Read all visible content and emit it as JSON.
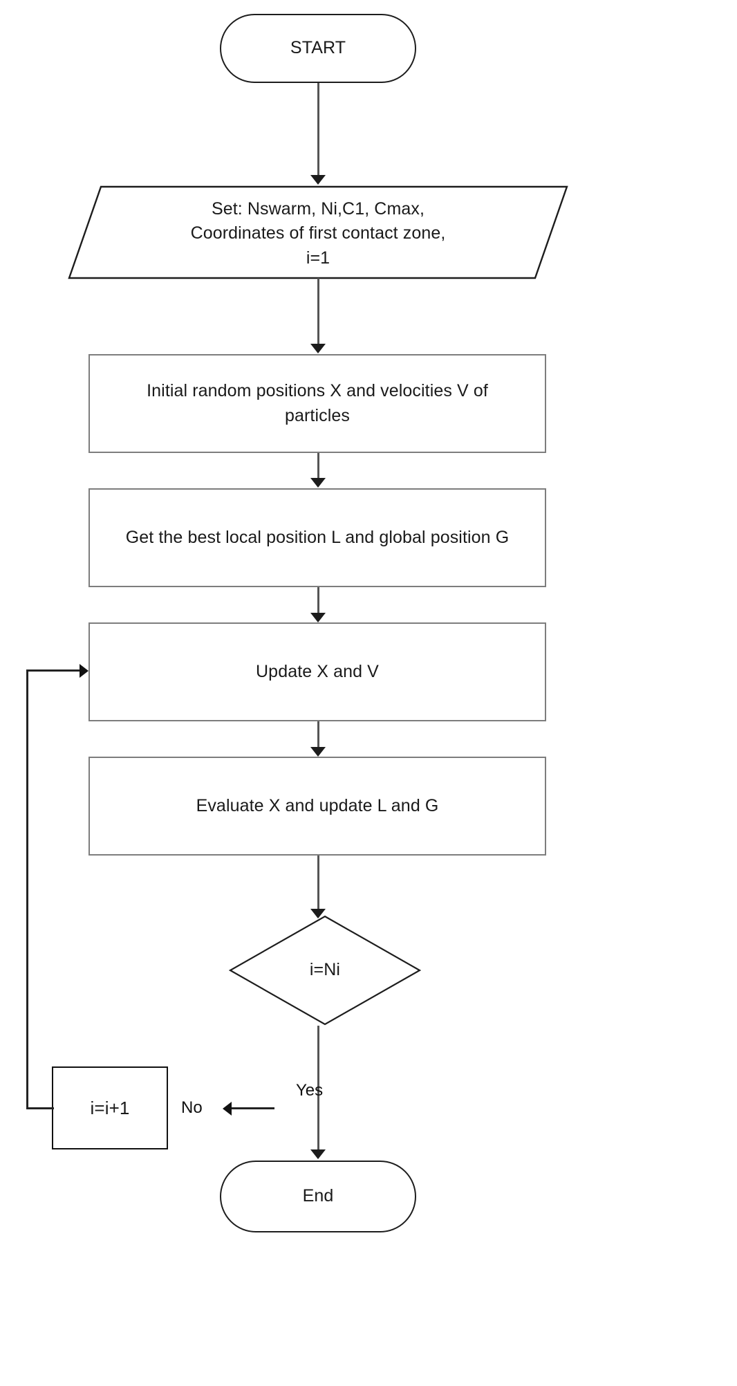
{
  "diagram": {
    "title": "PSO Algorithm Flowchart",
    "type": "flowchart",
    "background_color": "#ffffff",
    "line_color": "#555555",
    "box_border_color": "#7d7d7d",
    "text_color": "#1a1a1a"
  },
  "nodes": {
    "start": {
      "label": "START",
      "shape": "terminator"
    },
    "setup": {
      "line1": "Set:  Nswarm, Ni,C1, Cmax,",
      "line2": "Coordinates of first contact zone,",
      "line3": "i=1",
      "shape": "parallelogram"
    },
    "init": {
      "label": "Initial random positions X and velocities V of\nparticles",
      "shape": "process"
    },
    "best": {
      "label": "Get the best local position L and global position G",
      "shape": "process"
    },
    "update": {
      "label": "Update X and V",
      "shape": "process"
    },
    "evaluate": {
      "label": "Evaluate X and update L and G",
      "shape": "process"
    },
    "decision": {
      "label": "i=Ni",
      "shape": "diamond"
    },
    "increment": {
      "label": "i=i+1",
      "shape": "process"
    },
    "end": {
      "label": "End",
      "shape": "terminator"
    }
  },
  "edges": {
    "no_label": "No",
    "yes_label": "Yes"
  }
}
